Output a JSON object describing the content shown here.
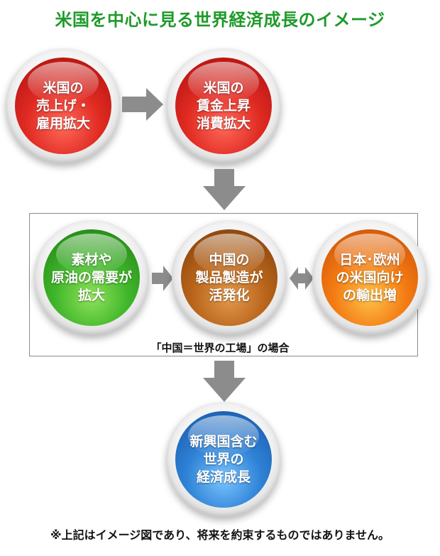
{
  "title": "米国を中心に見る世界経済成長のイメージ",
  "nodes": {
    "us_sales": "米国の\n売上げ・\n雇用拡大",
    "us_wages": "米国の\n賃金上昇\n消費拡大",
    "materials": "素材や\n原油の需要が\n拡大",
    "china": "中国の\n製品製造が\n活発化",
    "exports": "日本･欧州\nの米国向け\nの輸出増",
    "emerging": "新興国含む\n世界の\n経済成長"
  },
  "frame_label": "「中国＝世界の工場」の場合",
  "footnote": "※上記はイメージ図であり、将来を約束するものではありません。",
  "colors": {
    "title": "#1f9a2a",
    "red": "#e02a22",
    "green": "#3fb52a",
    "brown": "#b8641a",
    "orange": "#f27a12",
    "blue": "#2f82d6",
    "arrow": "#8c8c8c"
  }
}
